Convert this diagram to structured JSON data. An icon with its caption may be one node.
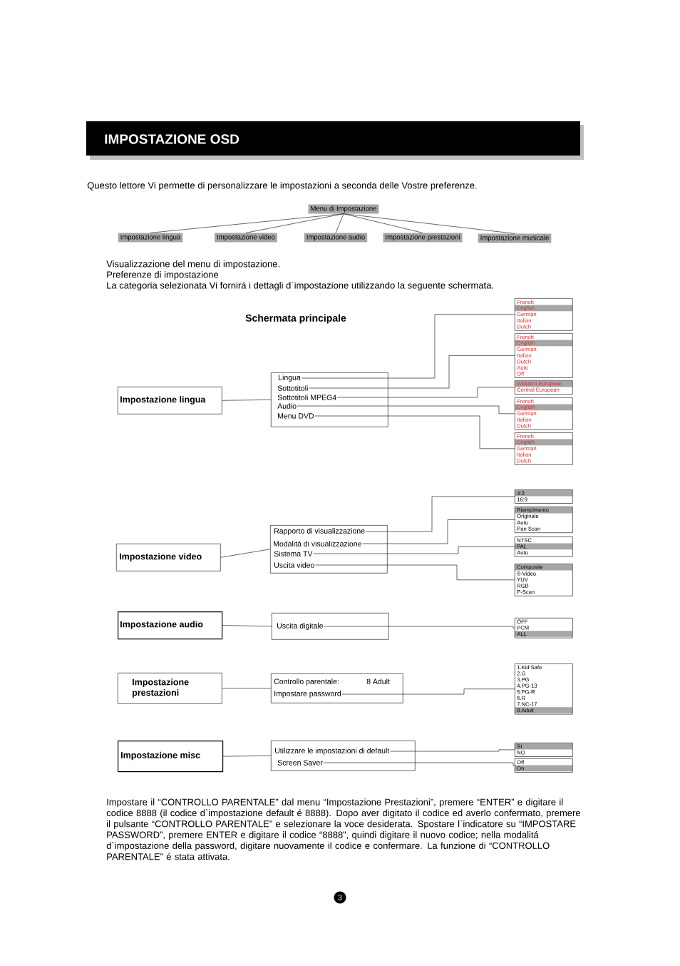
{
  "diagram": {
    "title": "IMPOSTAZIONE OSD",
    "nodes": [
      {
        "text": [
          "Menu di Impostazione"
        ]
      },
      {
        "text": [
          "Impostazione lingua"
        ]
      },
      {
        "text": [
          "Impostazione video"
        ]
      },
      {
        "text": [
          "Impostazione audio"
        ]
      },
      {
        "text": [
          "Impostazione prestazioni"
        ]
      },
      {
        "text": [
          "Impostazione musicale"
        ]
      },
      {
        "text": [
          "Impostazione lingua"
        ]
      },
      {
        "text": [],
        "shape": "box"
      },
      {
        "text": [
          "Lingua"
        ],
        "in": 7
      },
      {
        "text": [
          "Sottotitoli"
        ],
        "in": 7
      },
      {
        "text": [
          "Sottotitoli MPEG4"
        ],
        "in": 7
      },
      {
        "text": [
          "Audio"
        ],
        "in": 7
      },
      {
        "text": [
          "Menu DVD"
        ],
        "in": 7
      },
      {
        "text": [
          "French",
          "English",
          "German",
          "Italian",
          "Dutch"
        ]
      },
      {
        "text": [
          "French",
          "English",
          "German",
          "Italian",
          "Dutch",
          "Auto",
          "Off"
        ]
      },
      {
        "text": [
          "Western European",
          "Central European"
        ]
      },
      {
        "text": [
          "French",
          "English",
          "German",
          "Italian",
          "Dutch"
        ]
      },
      {
        "text": [
          "French",
          "English",
          "German",
          "Italian",
          "Dutch"
        ]
      },
      {
        "text": [
          "Impostazione video"
        ]
      },
      {
        "text": [],
        "shape": "box"
      },
      {
        "text": [
          "Rapporto di visualizzazione"
        ],
        "in": 19
      },
      {
        "text": [
          "Modalitá di visualizzazione"
        ],
        "in": 19
      },
      {
        "text": [
          "Sistema TV"
        ],
        "in": 19
      },
      {
        "text": [
          "Uscita video"
        ],
        "in": 19
      },
      {
        "text": [
          "4:3",
          "16:9"
        ]
      },
      {
        "text": [
          "Riempimento",
          "Originale",
          "Auto",
          "Pan Scan"
        ]
      },
      {
        "text": [
          "NTSC",
          "PAL",
          "Auto"
        ]
      },
      {
        "text": [
          "Composite",
          "S-Video",
          "YUV",
          "RGB",
          "P-Scan"
        ]
      },
      {
        "text": [
          "Impostazione audio"
        ]
      },
      {
        "text": [],
        "shape": "box"
      },
      {
        "text": [
          "Uscita digitale"
        ],
        "in": 29
      },
      {
        "text": [
          "OFF",
          "PCM",
          "ALL"
        ]
      },
      {
        "text": [
          "Impostazione prestazioni"
        ]
      },
      {
        "text": [],
        "shape": "box"
      },
      {
        "text": [
          "Controllo parentale:",
          "8 Adult"
        ],
        "in": 33
      },
      {
        "text": [
          "Impostare password"
        ],
        "in": 33
      },
      {
        "text": [
          "1.Kid Safe",
          "2.G",
          "3.PG",
          "4.PG-13",
          "5.PG-R",
          "6.R",
          "7.NC-17",
          "8.Adult"
        ]
      },
      {
        "text": [
          "Impostazione misc"
        ]
      },
      {
        "text": [],
        "shape": "box"
      },
      {
        "text": [
          "Utilizzare le impostazioni di default"
        ],
        "in": 38
      },
      {
        "text": [
          "Screen Saver"
        ],
        "in": 38
      },
      {
        "text": [
          "SI",
          "NO"
        ]
      },
      {
        "text": [
          "Off",
          "On"
        ]
      }
    ],
    "edges": [
      {
        "from": 0,
        "to": 1,
        "arrow": "none"
      },
      {
        "from": 0,
        "to": 2,
        "arrow": "none"
      },
      {
        "from": 0,
        "to": 3,
        "arrow": "none"
      },
      {
        "from": 0,
        "to": 4,
        "arrow": "none"
      },
      {
        "from": 0,
        "to": 5,
        "arrow": "none"
      },
      {
        "from": 6,
        "to": 7,
        "arrow": "none"
      },
      {
        "from": 8,
        "to": 13,
        "arrow": "none"
      },
      {
        "from": 9,
        "to": 14,
        "arrow": "none"
      },
      {
        "from": 10,
        "to": 15,
        "arrow": "none"
      },
      {
        "from": 11,
        "to": 16,
        "arrow": "none"
      },
      {
        "from": 12,
        "to": 17,
        "arrow": "none"
      },
      {
        "from": 18,
        "to": 19,
        "arrow": "none"
      },
      {
        "from": 20,
        "to": 24,
        "arrow": "none"
      },
      {
        "from": 21,
        "to": 25,
        "arrow": "none"
      },
      {
        "from": 22,
        "to": 26,
        "arrow": "none"
      },
      {
        "from": 23,
        "to": 27,
        "arrow": "none"
      },
      {
        "from": 28,
        "to": 29,
        "arrow": "none"
      },
      {
        "from": 30,
        "to": 31,
        "arrow": "none"
      },
      {
        "from": 32,
        "to": 33,
        "arrow": "none"
      },
      {
        "from": 35,
        "to": 36,
        "arrow": "none"
      },
      {
        "from": 37,
        "to": 38,
        "arrow": "none"
      },
      {
        "from": 39,
        "to": 41,
        "arrow": "none"
      },
      {
        "from": 40,
        "to": 42,
        "arrow": "none"
      }
    ],
    "labels": [
      "Questo lettore Vi permette di personalizzare le impostazioni a seconda delle Vostre preferenze.",
      "Visualizzazione del menu di impostazione.",
      "Preferenze di impostazione",
      "La categoria selezionata Vi fornirá i dettagli d`impostazione utilizzando la seguente schermata.",
      "Schermata principale",
      "Impostare il “CONTROLLO PARENTALE” dal menu “Impostazione Prestazioni”, premere “ENTER” e digitare il codice 8888 (il codice d`impostazione default é 8888). Dopo aver digitato il codice ed averlo confermato, premere il pulsante “CONTROLLO PARENTALE” e selezionare la voce desiderata. Spostare l`indicatore su “IMPOSTARE PASSWORD”, premere ENTER e digitare il codice “8888”, quindi digitare il nuovo codice; nella modalitá d`impostazione della password, digitare nuovamente il codice e confermare. La funzione di “CONTROLLO PARENTALE” é stata attivata.",
      "3"
    ]
  }
}
